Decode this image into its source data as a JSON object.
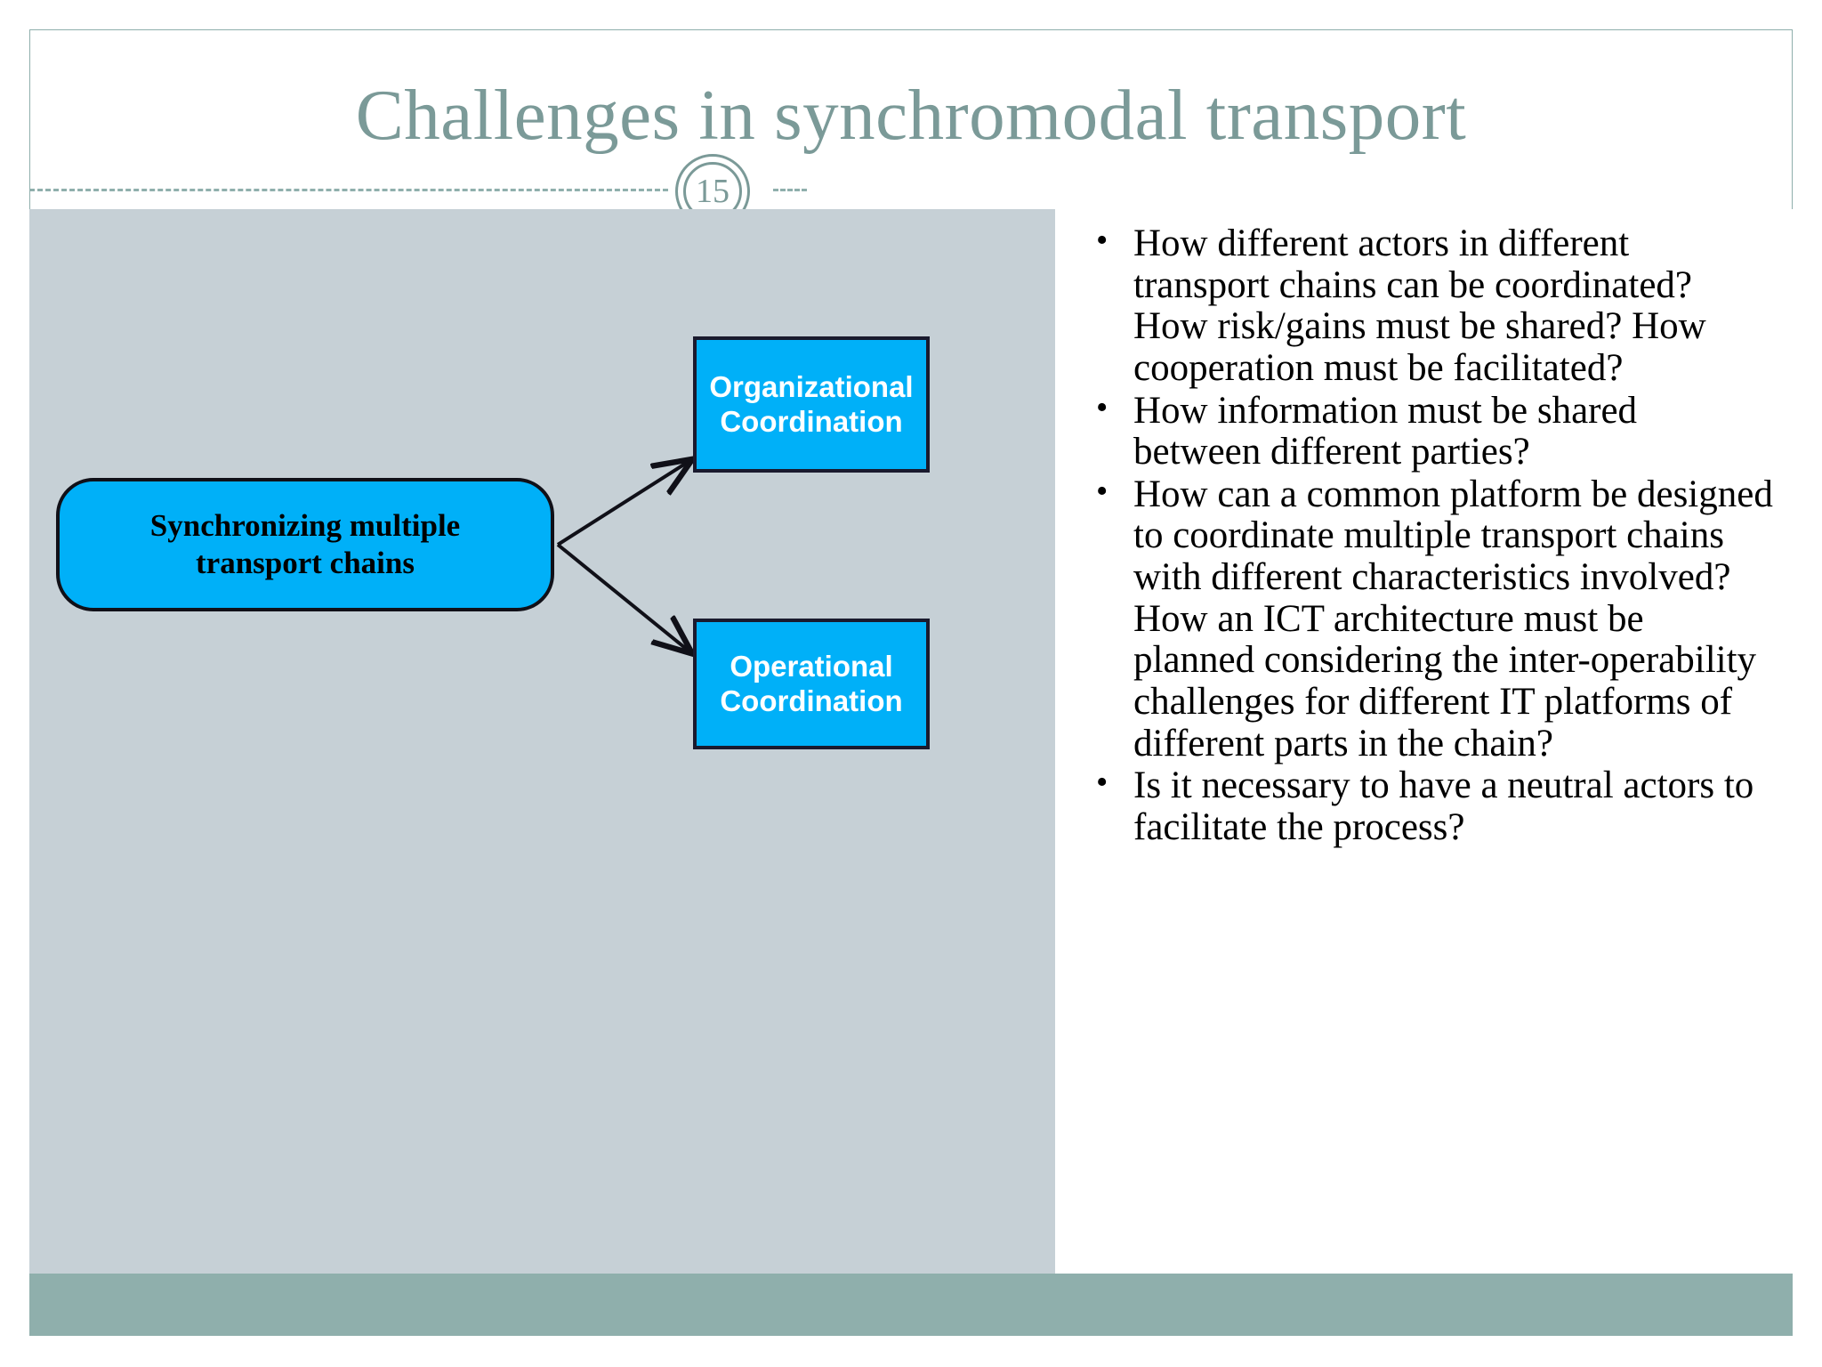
{
  "slide": {
    "title": "Challenges in synchromodal transport",
    "page_number": "15",
    "accent_color": "#8FAFAC",
    "title_color": "#7B9A98",
    "panel_gray": "#C6D0D6",
    "box_blue": "#00B0F8",
    "footer_color": "#8FAFAC"
  },
  "diagram": {
    "source_box": {
      "label_line1": "Synchronizing multiple",
      "label_line2": "transport chains"
    },
    "target_boxes": [
      {
        "label_line1": "Organizational",
        "label_line2": "Coordination"
      },
      {
        "label_line1": "Operational",
        "label_line2": "Coordination"
      }
    ]
  },
  "bullets": [
    "How different actors in different transport chains can be coordinated? How risk/gains must be shared? How cooperation must be facilitated?",
    "How information must be shared between different parties?",
    "How can a common platform be designed to coordinate multiple transport chains with different characteristics involved? How an ICT architecture must be planned considering the inter-operability challenges for different IT platforms of different parts in the chain?",
    "Is it necessary to have a neutral actors to facilitate the process?"
  ]
}
